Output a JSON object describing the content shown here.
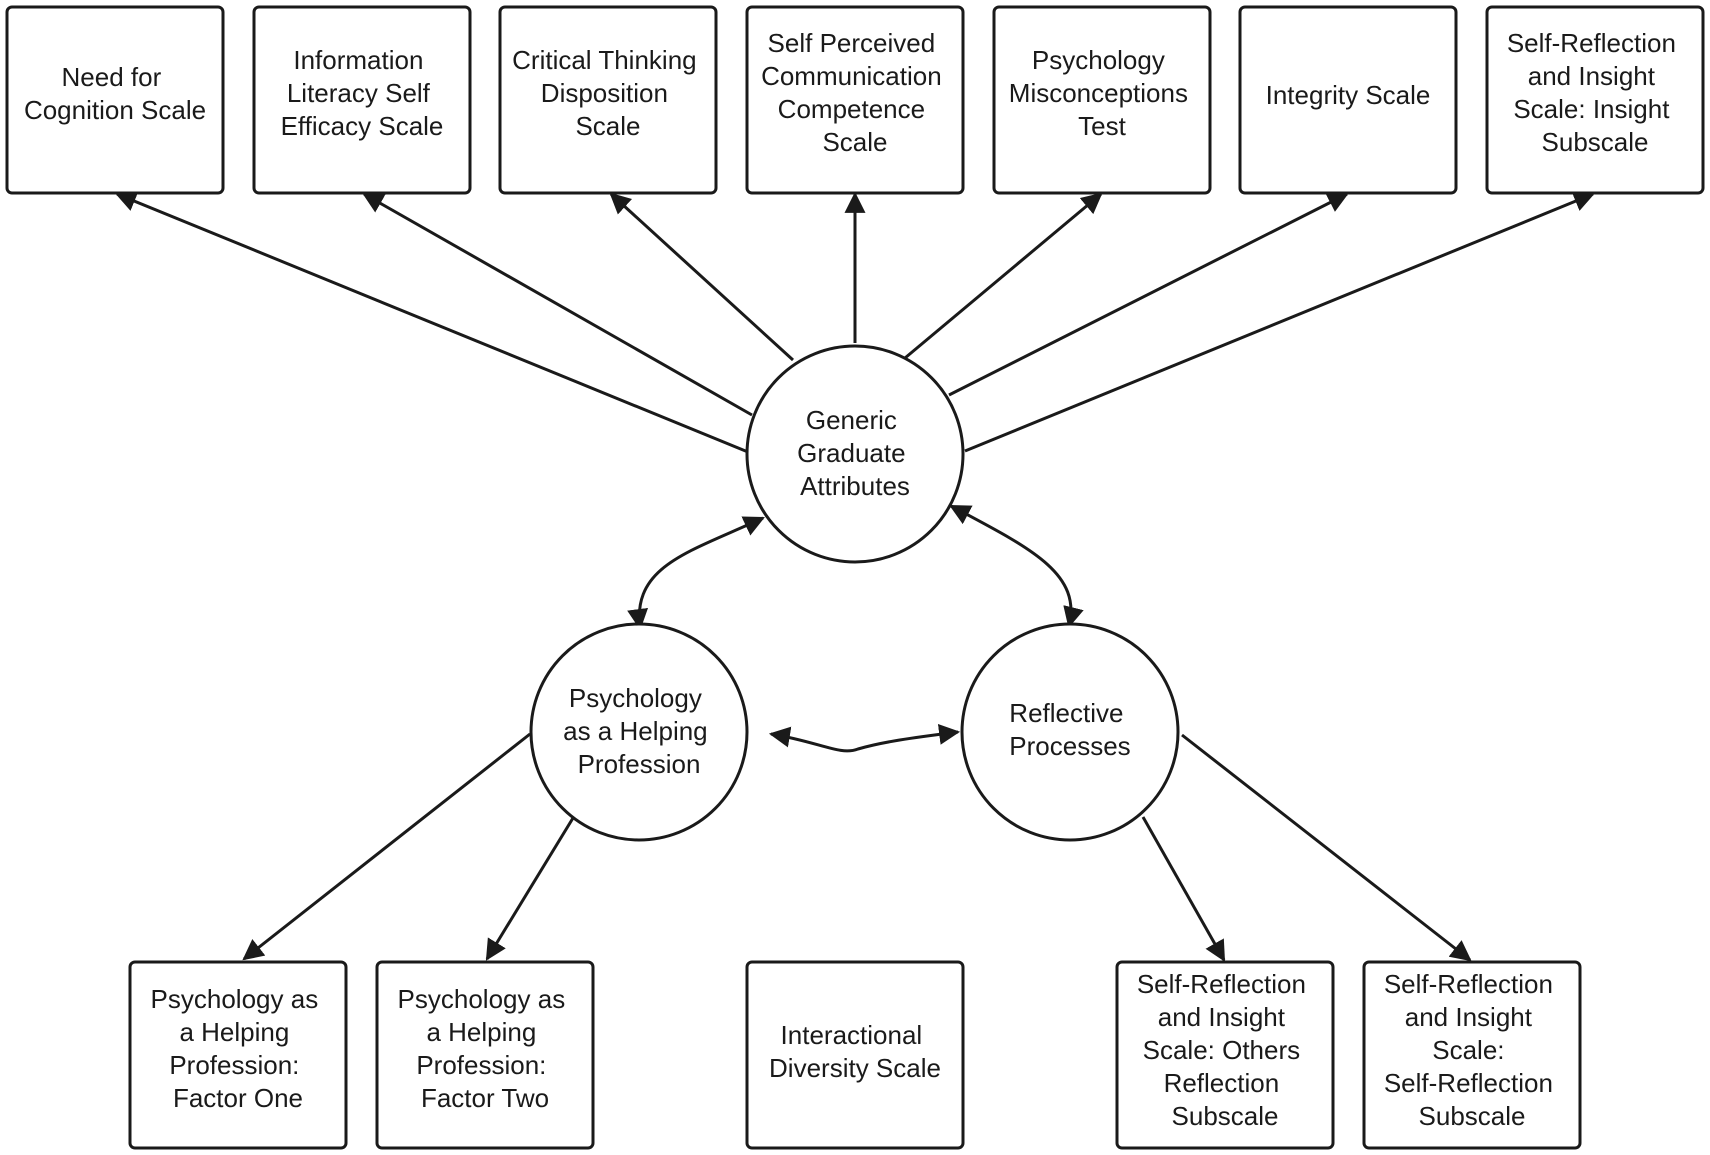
{
  "diagram": {
    "latent": {
      "generic_graduate_attributes": [
        "Generic",
        "Graduate",
        "Attributes"
      ],
      "psychology_helping_profession": [
        "Psychology",
        "as a Helping",
        "Profession"
      ],
      "reflective_processes": [
        "Reflective",
        "Processes"
      ]
    },
    "measures": {
      "need_for_cognition": [
        "Need for",
        "Cognition Scale"
      ],
      "information_literacy": [
        "Information",
        "Literacy Self",
        "Efficacy Scale"
      ],
      "critical_thinking": [
        "Critical Thinking",
        "Disposition",
        "Scale"
      ],
      "communication_competence": [
        "Self Perceived",
        "Communication",
        "Competence",
        "Scale"
      ],
      "psychology_misconceptions": [
        "Psychology",
        "Misconceptions",
        "Test"
      ],
      "integrity": [
        "Integrity Scale"
      ],
      "insight_subscale": [
        "Self-Reflection",
        "and Insight",
        "Scale: Insight",
        "Subscale"
      ],
      "helping_factor_one": [
        "Psychology as",
        "a Helping",
        "Profession:",
        "Factor One"
      ],
      "helping_factor_two": [
        "Psychology as",
        "a Helping",
        "Profession:",
        "Factor Two"
      ],
      "interactional_diversity": [
        "Interactional",
        "Diversity Scale"
      ],
      "others_reflection": [
        "Self-Reflection",
        "and Insight",
        "Scale: Others",
        "Reflection",
        "Subscale"
      ],
      "self_reflection_subscale": [
        "Self-Reflection",
        "and Insight",
        "Scale:",
        "Self-Reflection",
        "Subscale"
      ]
    }
  }
}
